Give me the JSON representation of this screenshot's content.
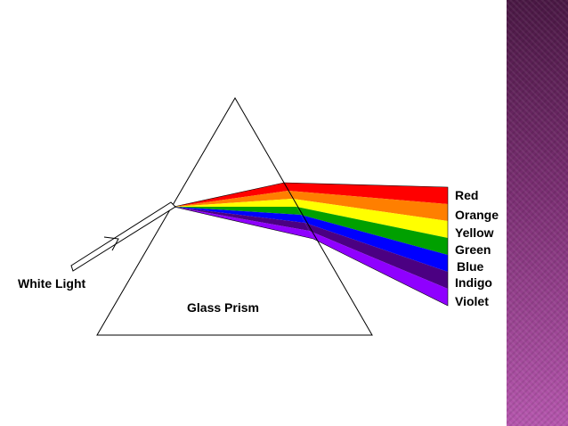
{
  "diagram": {
    "input_label": "White Light",
    "prism_label": "Glass Prism",
    "spectrum": [
      {
        "name": "Red",
        "color": "#ff0000"
      },
      {
        "name": "Orange",
        "color": "#ff7f00"
      },
      {
        "name": "Yellow",
        "color": "#ffff00"
      },
      {
        "name": "Green",
        "color": "#00a000"
      },
      {
        "name": "Blue",
        "color": "#0000ff"
      },
      {
        "name": "Indigo",
        "color": "#4b0082"
      },
      {
        "name": "Violet",
        "color": "#8f00ff"
      }
    ]
  },
  "theme": {
    "sidebar_top": "#4a1844",
    "sidebar_bottom": "#b556ad"
  }
}
